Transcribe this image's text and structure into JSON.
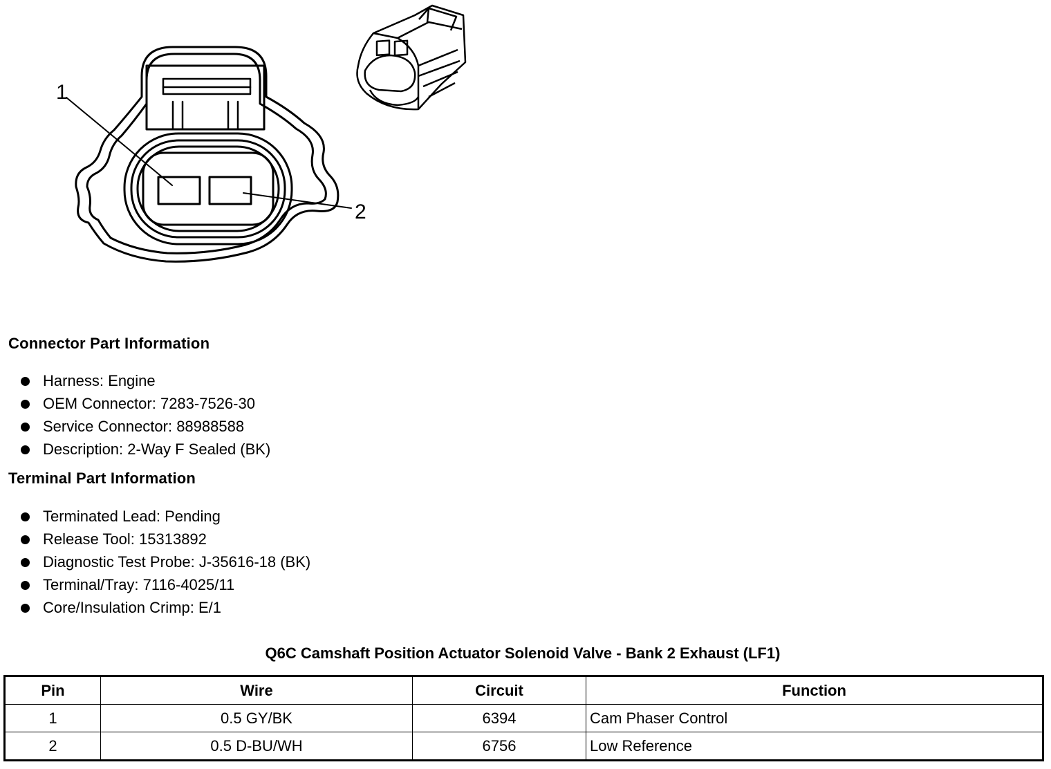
{
  "diagram": {
    "pin_labels": [
      "1",
      "2"
    ]
  },
  "connector_info": {
    "heading": "Connector Part Information",
    "items": [
      "Harness: Engine",
      "OEM Connector: 7283-7526-30",
      "Service Connector: 88988588",
      "Description: 2-Way F Sealed (BK)"
    ]
  },
  "terminal_info": {
    "heading": "Terminal Part Information",
    "items": [
      "Terminated Lead: Pending",
      "Release Tool: 15313892",
      "Diagnostic Test Probe: J-35616-18 (BK)",
      "Terminal/Tray: 7116-4025/11",
      "Core/Insulation Crimp: E/1"
    ]
  },
  "pin_table": {
    "caption": "Q6C Camshaft Position Actuator Solenoid Valve - Bank 2 Exhaust (LF1)",
    "headers": [
      "Pin",
      "Wire",
      "Circuit",
      "Function"
    ],
    "rows": [
      [
        "1",
        "0.5 GY/BK",
        "6394",
        "Cam Phaser Control"
      ],
      [
        "2",
        "0.5 D-BU/WH",
        "6756",
        "Low Reference"
      ]
    ]
  }
}
